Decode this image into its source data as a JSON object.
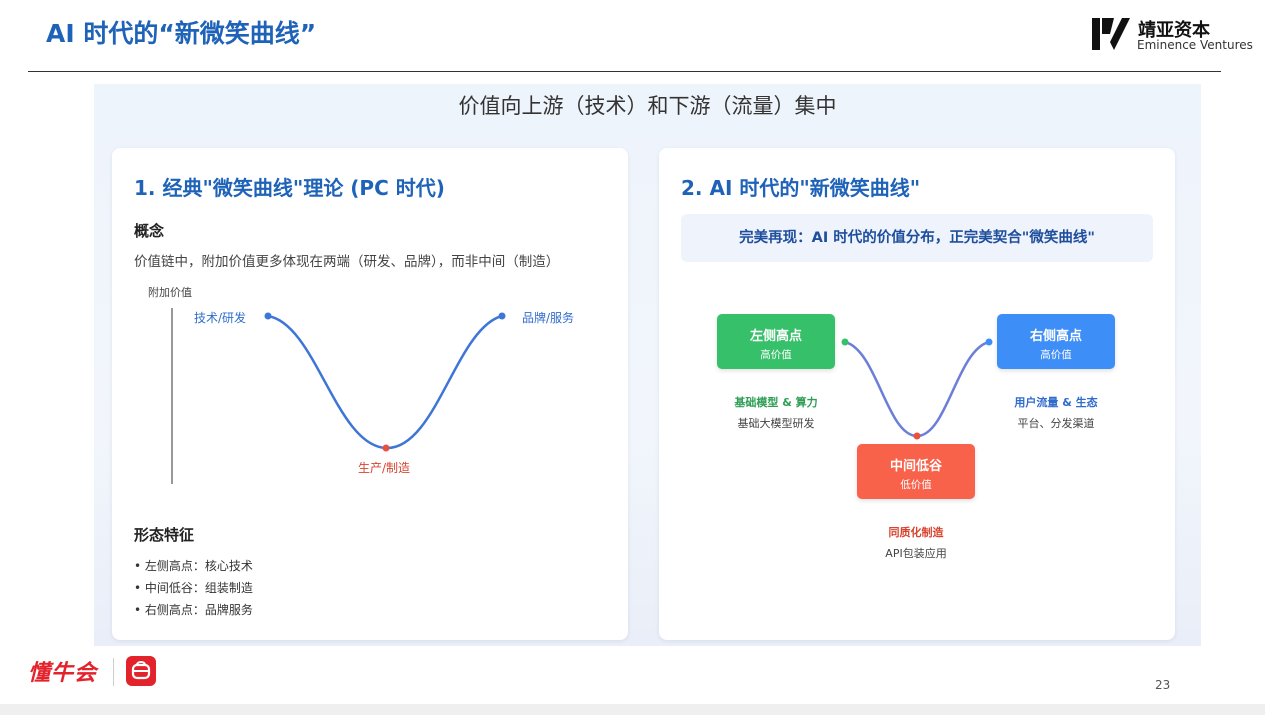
{
  "header": {
    "title": "AI 时代的“新微笑曲线”",
    "logo_cn": "靖亚资本",
    "logo_en": "Eminence Ventures"
  },
  "panel": {
    "title": "价值向上游（技术）和下游（流量）集中"
  },
  "card1": {
    "heading": "1. 经典\"微笑曲线\"理论 (PC 时代)",
    "concept_title": "概念",
    "concept_text": "价值链中，附加价值更多体现在两端（研发、品牌），而非中间（制造）",
    "chart": {
      "y_label": "附加价值",
      "left_label": "技术/研发",
      "right_label": "品牌/服务",
      "bottom_label": "生产/制造"
    },
    "features_title": "形态特征",
    "features": [
      "• 左侧高点：核心技术",
      "• 中间低谷：组装制造",
      "• 右侧高点：品牌服务"
    ]
  },
  "card2": {
    "heading": "2. AI 时代的\"新微笑曲线\"",
    "callout": "完美再现：AI 时代的价值分布，正完美契合\"微笑曲线\"",
    "nodes": {
      "left": {
        "title": "左侧高点",
        "sub": "高价值",
        "cap_main": "基础模型 & 算力",
        "cap_sub": "基础大模型研发"
      },
      "right": {
        "title": "右侧高点",
        "sub": "高价值",
        "cap_main": "用户流量 & 生态",
        "cap_sub": "平台、分发渠道"
      },
      "mid": {
        "title": "中间低谷",
        "sub": "低价值",
        "cap_main": "同质化制造",
        "cap_sub": "API包装应用"
      }
    },
    "colors": {
      "left": "#37c06a",
      "right": "#3e8ef7",
      "mid": "#f8614a"
    }
  },
  "footer": {
    "logo_text": "懂牛会",
    "page_number": "23"
  }
}
